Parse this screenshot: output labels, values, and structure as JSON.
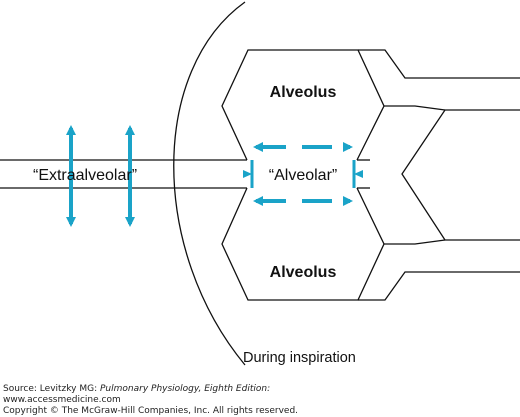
{
  "labels": {
    "alveolus_top": "Alveolus",
    "alveolus_bottom": "Alveolus",
    "extraalveolar": "“Extraalveolar”",
    "alveolar": "“Alveolar”",
    "condition": "During inspiration"
  },
  "credits": {
    "source_prefix": "Source: Levitzky MG: ",
    "source_title": "Pulmonary Physiology, Eighth Edition:",
    "website": "www.accessmedicine.com",
    "copyright": "Copyright © The McGraw-Hill Companies, Inc. All rights reserved."
  },
  "colors": {
    "arrow": "#1aa3c8",
    "line": "#111111"
  }
}
